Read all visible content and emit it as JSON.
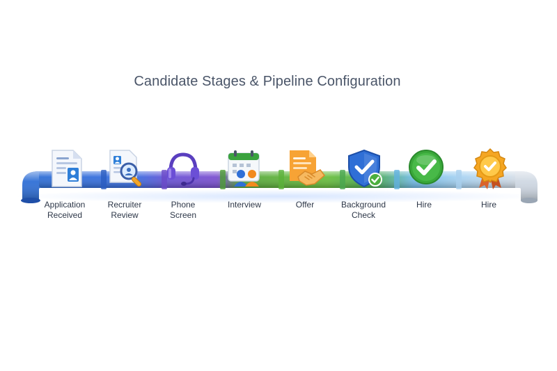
{
  "title": "Candidate Stages & Pipeline Configuration",
  "colors": {
    "blue": "#2f6fd6",
    "purple": "#7b4fd0",
    "green": "#4caf3e",
    "light_blue": "#8ec5ef",
    "silver": "#cfd8e3",
    "orange": "#f39a25"
  },
  "stages": [
    {
      "label": "Application\nReceived",
      "icon": "application-document-icon"
    },
    {
      "label": "Recruiter\nReview",
      "icon": "magnifier-profile-icon"
    },
    {
      "label": "Phone\nScreen",
      "icon": "headset-icon"
    },
    {
      "label": "Interview",
      "icon": "calendar-people-icon"
    },
    {
      "label": "Offer",
      "icon": "offer-handshake-icon"
    },
    {
      "label": "Background\nCheck",
      "icon": "shield-check-icon"
    },
    {
      "label": "Hire",
      "icon": "green-check-icon"
    },
    {
      "label": "Hire",
      "icon": "gold-badge-icon"
    }
  ]
}
